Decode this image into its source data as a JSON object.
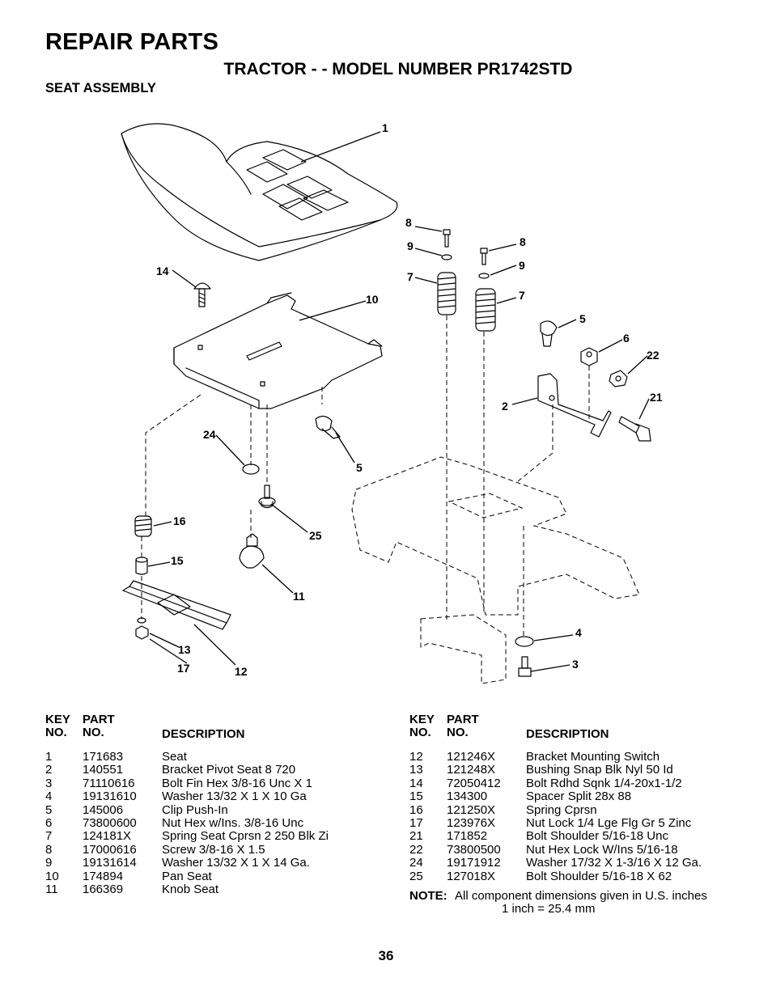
{
  "header": {
    "title": "REPAIR PARTS",
    "subtitle": "TRACTOR - - MODEL NUMBER PR1742STD",
    "section": "SEAT ASSEMBLY"
  },
  "callouts": {
    "c1": "1",
    "c2": "2",
    "c3": "3",
    "c4": "4",
    "c5a": "5",
    "c5b": "5",
    "c6": "6",
    "c7a": "7",
    "c7b": "7",
    "c8a": "8",
    "c8b": "8",
    "c9a": "9",
    "c9b": "9",
    "c10": "10",
    "c11": "11",
    "c12": "12",
    "c13": "13",
    "c14": "14",
    "c15": "15",
    "c16": "16",
    "c17": "17",
    "c21": "21",
    "c22": "22",
    "c24": "24",
    "c25": "25"
  },
  "table": {
    "headers": {
      "key_top": "KEY",
      "key_bottom": "NO.",
      "part_top": "PART",
      "part_bottom": "NO.",
      "description": "DESCRIPTION"
    },
    "left_rows": [
      {
        "key": "1",
        "part": "171683",
        "desc": "Seat"
      },
      {
        "key": "2",
        "part": "140551",
        "desc": "Bracket Pivot Seat 8 720"
      },
      {
        "key": "3",
        "part": "71110616",
        "desc": "Bolt Fin Hex 3/8-16 Unc X 1"
      },
      {
        "key": "4",
        "part": "19131610",
        "desc": "Washer 13/32 X 1 X 10 Ga"
      },
      {
        "key": "5",
        "part": "145006",
        "desc": "Clip Push-In"
      },
      {
        "key": "6",
        "part": "73800600",
        "desc": "Nut Hex w/Ins. 3/8-16 Unc"
      },
      {
        "key": "7",
        "part": "124181X",
        "desc": "Spring Seat Cprsn 2 250 Blk Zi"
      },
      {
        "key": "8",
        "part": "17000616",
        "desc": "Screw 3/8-16 X 1.5"
      },
      {
        "key": "9",
        "part": "19131614",
        "desc": "Washer 13/32 X 1 X 14 Ga."
      },
      {
        "key": "10",
        "part": "174894",
        "desc": "Pan Seat"
      },
      {
        "key": "11",
        "part": "166369",
        "desc": "Knob Seat"
      }
    ],
    "right_rows": [
      {
        "key": "12",
        "part": "121246X",
        "desc": "Bracket Mounting Switch"
      },
      {
        "key": "13",
        "part": "121248X",
        "desc": "Bushing Snap Blk Nyl 50 Id"
      },
      {
        "key": "14",
        "part": "72050412",
        "desc": "Bolt Rdhd Sqnk 1/4-20x1-1/2"
      },
      {
        "key": "15",
        "part": "134300",
        "desc": "Spacer Split 28x 88"
      },
      {
        "key": "16",
        "part": "121250X",
        "desc": "Spring Cprsn"
      },
      {
        "key": "17",
        "part": "123976X",
        "desc": "Nut Lock 1/4 Lge Flg Gr 5 Zinc"
      },
      {
        "key": "21",
        "part": "171852",
        "desc": "Bolt Shoulder 5/16-18 Unc"
      },
      {
        "key": "22",
        "part": "73800500",
        "desc": "Nut Hex  Lock W/Ins  5/16-18"
      },
      {
        "key": "24",
        "part": "19171912",
        "desc": "Washer 17/32 X 1-3/16 X 12 Ga."
      },
      {
        "key": "25",
        "part": "127018X",
        "desc": "Bolt Shoulder 5/16-18 X 62"
      }
    ],
    "note_label": "NOTE:",
    "note_line1": "All component dimensions given in U.S. inches",
    "note_line2": "1 inch = 25.4 mm"
  },
  "page_number": "36"
}
